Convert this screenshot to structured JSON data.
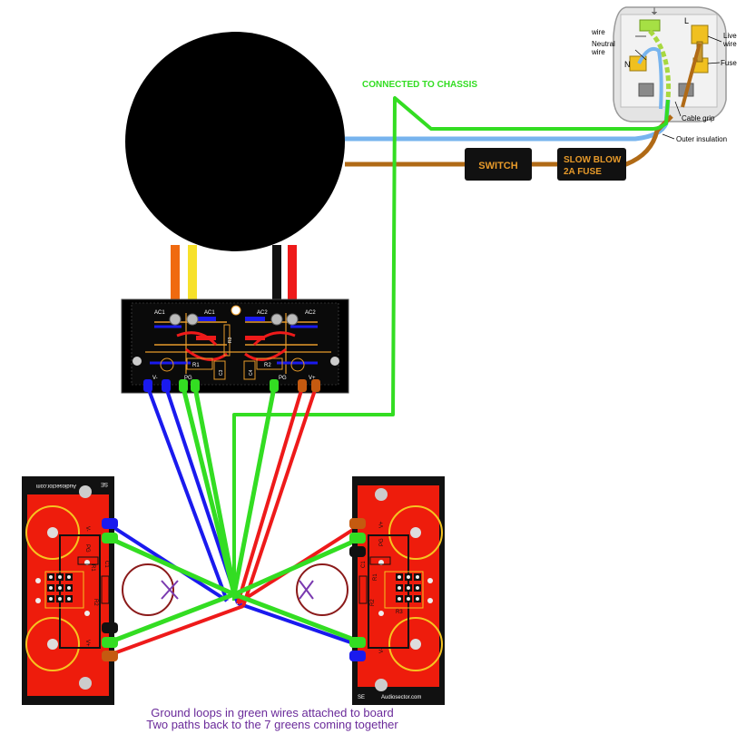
{
  "labels": {
    "chassis": "CONNECTED TO CHASSIS",
    "switch": "SWITCH",
    "fuse_line1": "SLOW BLOW",
    "fuse_line2": "2A FUSE"
  },
  "plug": {
    "earth_symbol": "⏚",
    "live_letter": "L",
    "neutral_letter": "N",
    "neutral_wire": "Neutral",
    "neutral_wire2": "wire",
    "earth_wire_fragment": "wire",
    "live_wire": "Live",
    "live_wire2": "wire",
    "fuse": "Fuse",
    "cable_grip": "Cable grip",
    "outer_insulation": "Outer insulation"
  },
  "psu_board": {
    "ac1_left": "AC1",
    "ac1_right": "AC1",
    "ac2_left": "AC2",
    "ac2_right": "AC2",
    "r1": "R1",
    "r2": "R2",
    "r3": "R3",
    "c3": "C3",
    "c4": "C4",
    "vminus": "V-",
    "vplus": "V+",
    "pg1": "PG",
    "pg2": "PG"
  },
  "amp_left": {
    "site": "Audiosector.com",
    "code": "SE",
    "r1": "R1",
    "r2": "R2",
    "c1": "C1",
    "pg": "PG",
    "vplus": "V+",
    "vminus": "V-"
  },
  "amp_right": {
    "site": "Audiosector.com",
    "code": "SE",
    "r1": "R1",
    "r2": "R2",
    "r3": "R3",
    "c1": "C1",
    "pg": "PG",
    "vplus": "V+",
    "vminus": "V-"
  },
  "captions": {
    "line1": "Ground loops in green wires attached to board",
    "line2": "Two paths back to the 7 greens coming together"
  },
  "colors": {
    "green_wire": "#33dd22",
    "blue_wire": "#1a1aee",
    "red_wire": "#ee1a1a",
    "neutral_wire": "#77b4ee",
    "live_wire": "#b06a16",
    "pcb_red": "#ee1c0c",
    "pcb_black": "#121212",
    "caption": "#6a2a9a"
  }
}
